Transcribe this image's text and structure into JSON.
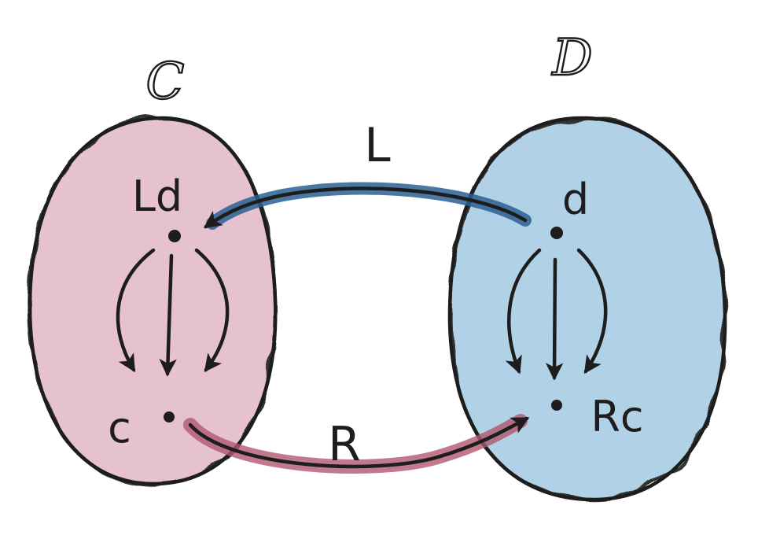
{
  "categories": {
    "left": {
      "label": "C",
      "fill": "#e3bcc8"
    },
    "right": {
      "label": "D",
      "fill": "#a9cde4"
    }
  },
  "objects": {
    "left_top": "Ld",
    "left_bottom": "c",
    "right_top": "d",
    "right_bottom": "Rc"
  },
  "functors": {
    "top": {
      "label": "L",
      "color": "#2c5f93"
    },
    "bottom": {
      "label": "R",
      "color": "#b15871"
    }
  }
}
